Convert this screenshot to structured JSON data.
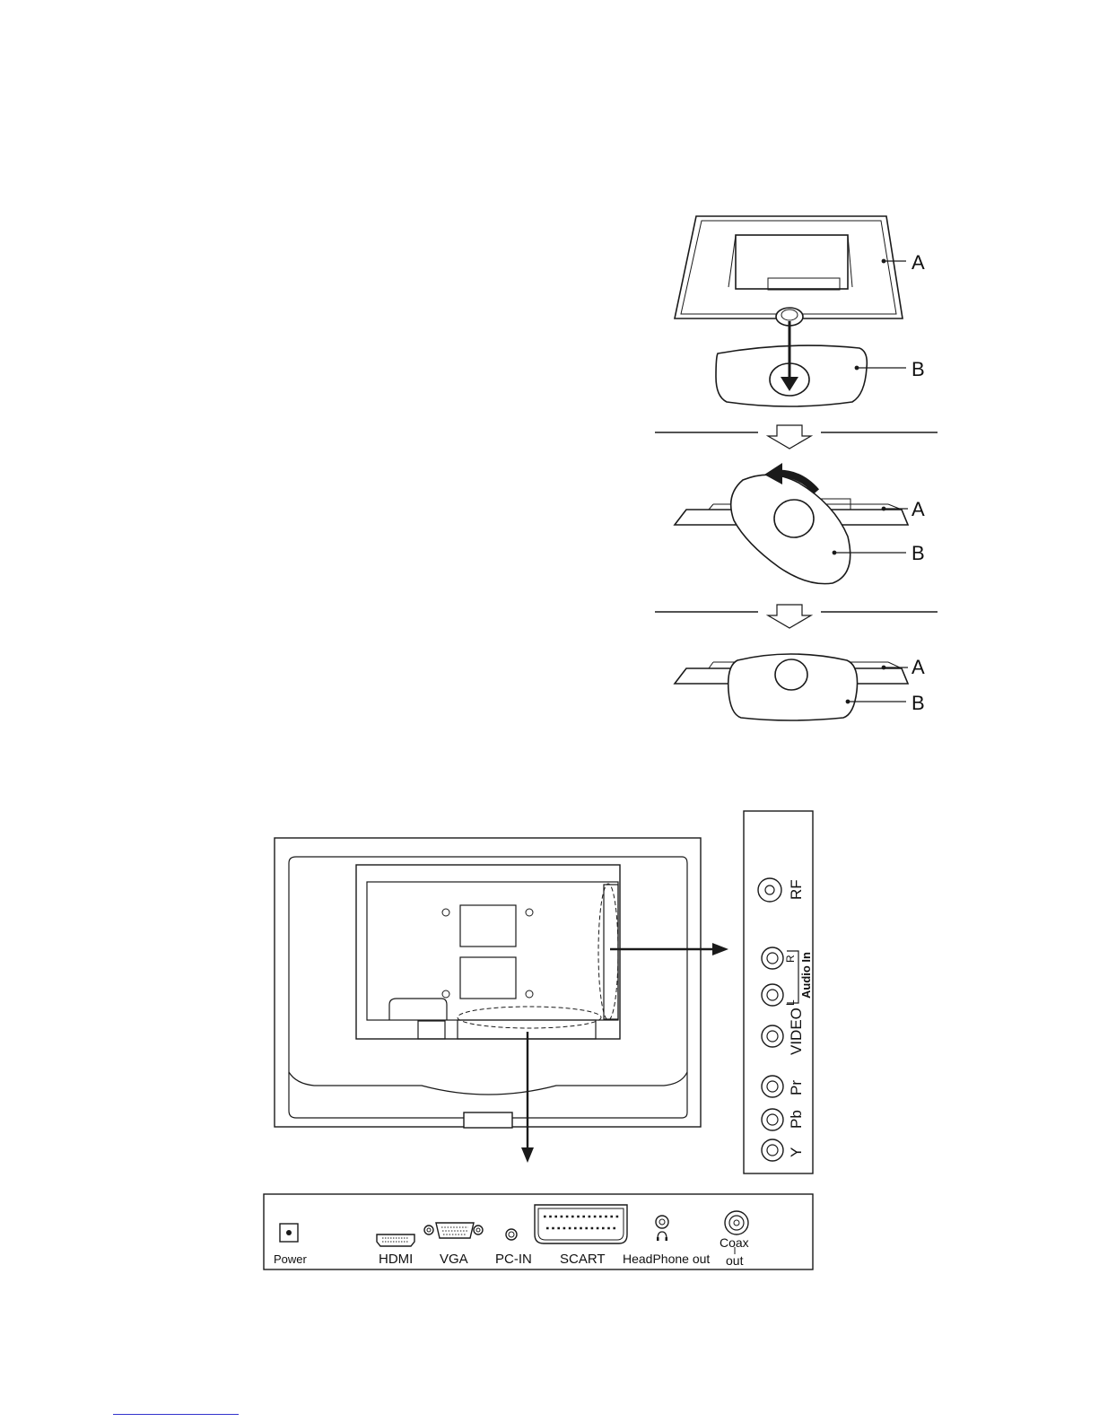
{
  "stand_assembly": {
    "step1": {
      "label_a": "A",
      "label_b": "B"
    },
    "step2": {
      "label_a": "A",
      "label_b": "B"
    },
    "step3": {
      "label_a": "A",
      "label_b": "B"
    }
  },
  "side_panel": {
    "rf": "RF",
    "audio_r": "R",
    "audio_l": "L",
    "audio_in": "Audio In",
    "video": "VIDEO",
    "pr": "Pr",
    "pb": "Pb",
    "y": "Y"
  },
  "bottom_panel": {
    "power": "Power",
    "hdmi": "HDMI",
    "vga": "VGA",
    "pc_in": "PC-IN",
    "scart": "SCART",
    "headphone_out": "HeadPhone out",
    "coax_line1": "Coax",
    "coax_line2": "out"
  },
  "icons": {
    "headphone": "headphone-icon",
    "arrow": "arrow-icon"
  }
}
